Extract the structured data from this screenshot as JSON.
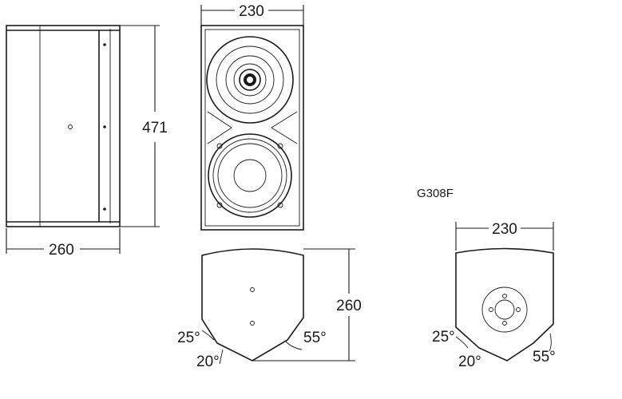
{
  "model": "G308F",
  "views": {
    "side": {
      "height_label": "471",
      "depth_label": "260"
    },
    "front": {
      "width_label": "230"
    },
    "top": {
      "depth_label": "260",
      "angle_a": "25°",
      "angle_b": "20°",
      "angle_c": "55°"
    },
    "bottom": {
      "width_label": "230",
      "angle_a": "25°",
      "angle_b": "20°",
      "angle_c": "55°"
    }
  }
}
